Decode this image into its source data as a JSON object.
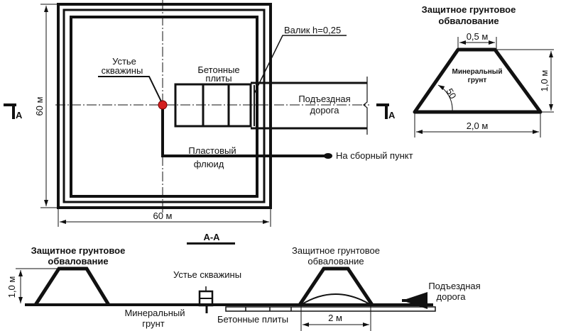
{
  "plan": {
    "wellhead_label_1": "Устье",
    "wellhead_label_2": "скважины",
    "slabs_label_1": "Бетонные",
    "slabs_label_2": "плиты",
    "berm_label": "Валик h=0,25",
    "road_label_1": "Подъездная",
    "road_label_2": "дорога",
    "fluid_label_1": "Пластовый",
    "fluid_label_2": "флюид",
    "collection_label": "На сборный пункт",
    "dim_height": "60 м",
    "dim_width": "60 м",
    "section_mark": "A",
    "wellhead_color": "#d42020"
  },
  "profile": {
    "title_1": "Защитное грунтовое",
    "title_2": "обвалование",
    "top_width": "0,5 м",
    "height": "1,0 м",
    "base_width": "2,0 м",
    "fill_label_1": "Минеральный",
    "fill_label_2": "грунт",
    "angle": "50"
  },
  "section": {
    "title": "А-А",
    "left_berm_1": "Защитное грунтовое",
    "left_berm_2": "обвалование",
    "right_berm_1": "Защитное грунтовое",
    "right_berm_2": "обвалование",
    "wellhead": "Устье скважины",
    "height": "1,0 м",
    "ground_1": "Минеральный",
    "ground_2": "грунт",
    "slabs": "Бетонные плиты",
    "width": "2 м",
    "road_1": "Подъездная",
    "road_2": "дорога"
  }
}
